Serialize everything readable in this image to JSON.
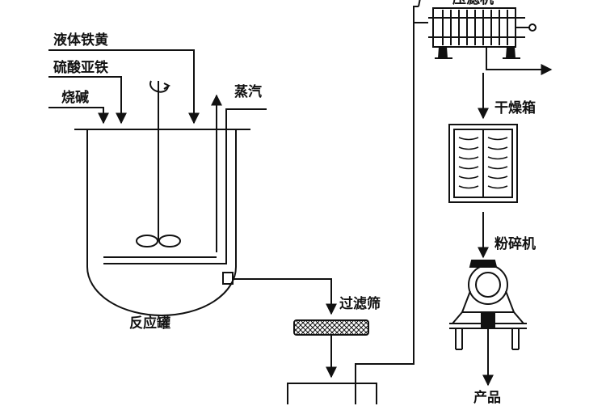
{
  "labels": {
    "liquid_iron_yellow": "液体铁黄",
    "ferrous_sulfate": "硫酸亚铁",
    "caustic_soda": "烧碱",
    "steam": "蒸汽",
    "reactor": "反应罐",
    "filter_screen": "过滤筛",
    "filter_press": "压滤机",
    "dryer": "干燥箱",
    "crusher": "粉碎机",
    "product": "产品"
  },
  "colors": {
    "line": "#111111",
    "background": "#ffffff"
  }
}
